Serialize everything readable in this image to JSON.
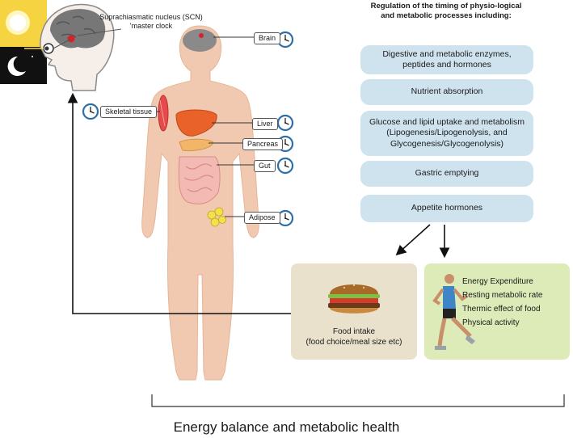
{
  "scn_label": "Suprachiasmatic nucleus (SCN) 'master clock",
  "regulation_title": "Regulation of the timing of physio-logical and metabolic processes including:",
  "processes": [
    "Digestive and metabolic enzymes, peptides and hormones",
    "Nutrient absorption",
    "Glucose and lipid uptake and metabolism (Lipogenesis/Lipogenolysis, and Glycogenesis/Glycogenolysis)",
    "Gastric emptying",
    "Appetite hormones"
  ],
  "organs": {
    "brain": "Brain",
    "skeletal": "Skeletal tissue",
    "liver": "Liver",
    "pancreas": "Pancreas",
    "gut": "Gut",
    "adipose": "Adipose"
  },
  "food_intake": {
    "title": "Food intake",
    "subtitle": "(food choice/meal size etc)"
  },
  "energy_expenditure": [
    "Energy Expenditure",
    "Resting metabolic rate",
    "Thermic effect of food",
    "Physical activity"
  ],
  "bottom_title": "Energy balance and metabolic health",
  "colors": {
    "pill": "#cfe3ef",
    "food_box": "#e9e1cc",
    "energy_box": "#dcebb8",
    "skin": "#f1c9b0",
    "clock_ring": "#2f6fa8"
  }
}
